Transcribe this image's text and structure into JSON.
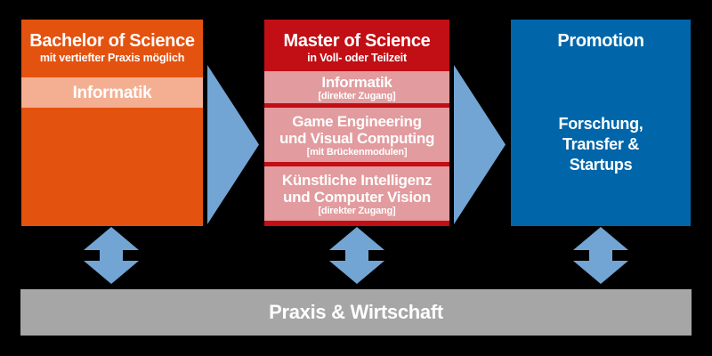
{
  "background": "#000000",
  "colors": {
    "background": "#000000",
    "orange": "#E4520F",
    "orange_light": "#F4AF92",
    "red": "#C20E15",
    "red_light": "#E29B9E",
    "blue": "#0066A9",
    "arrow_blue": "#72A5D4",
    "gray": "#A6A6A6",
    "text": "#FFFFFF"
  },
  "bachelor": {
    "title": "Bachelor of Science",
    "subtitle": "mit vertiefter Praxis möglich",
    "bands": [
      {
        "label": "Informatik",
        "note": ""
      }
    ]
  },
  "master": {
    "title": "Master of Science",
    "subtitle": "in Voll- oder Teilzeit",
    "bands": [
      {
        "label": "Informatik",
        "note": "[direkter Zugang]"
      },
      {
        "label": "Game Engineering\nund Visual Computing",
        "note": "[mit Brückenmodulen]"
      },
      {
        "label": "Künstliche Intelligenz\nund Computer Vision",
        "note": "[direkter Zugang]"
      }
    ]
  },
  "promotion": {
    "title": "Promotion",
    "body": "Forschung,\nTransfer &\nStartups"
  },
  "bottom_bar": {
    "label": "Praxis & Wirtschaft"
  },
  "icons": {
    "flow_arrow": "right-pointing-triangle",
    "exchange_arrow": "vertical-double-arrow"
  }
}
